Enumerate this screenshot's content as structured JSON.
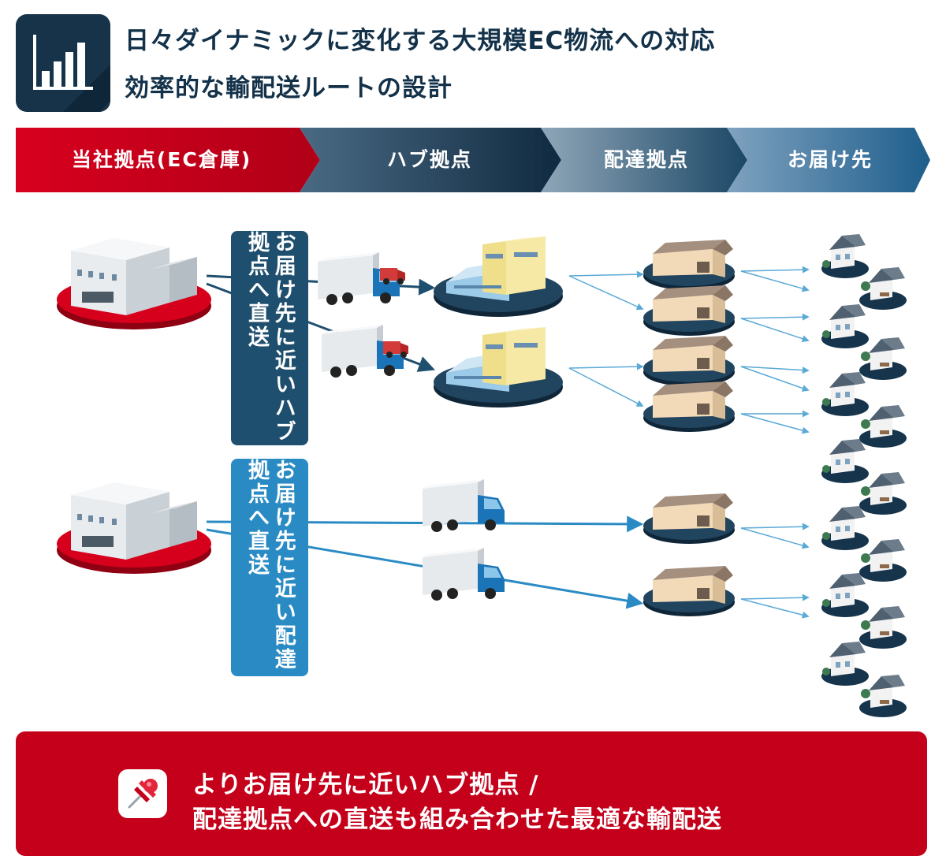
{
  "title": {
    "line1": "日々ダイナミックに変化する大規模EC物流への対応",
    "line2": "効率的な輸配送ルートの設計"
  },
  "flow_steps": [
    {
      "label": "当社拠点(EC倉庫)"
    },
    {
      "label": "ハブ拠点"
    },
    {
      "label": "配達拠点"
    },
    {
      "label": "お届け先"
    }
  ],
  "routes": [
    {
      "label": "お届け先に近いハブ拠点へ直送",
      "color": "#1f4f6e"
    },
    {
      "label": "お届け先に近い配達拠点へ直送",
      "color": "#2a8bc4"
    }
  ],
  "conclusion": {
    "line1": "よりお届け先に近いハブ拠点 /",
    "line2": "配達拠点への直送も組み合わせた最適な輸配送"
  },
  "colors": {
    "accent_red": "#c4001a",
    "navy": "#16334a",
    "route_dark": "#1f4f6e",
    "route_light": "#2a8bc4"
  },
  "icons": [
    "bar-chart-icon",
    "warehouse-icon",
    "truck-icon",
    "hub-building-icon",
    "depot-icon",
    "house-icon",
    "pushpin-icon"
  ]
}
